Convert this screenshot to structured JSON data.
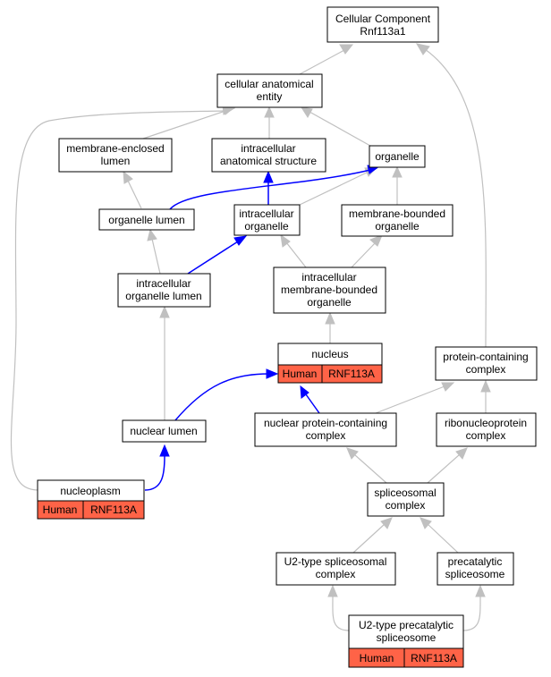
{
  "colors": {
    "annotation_fill": "#ff6347",
    "highlight_edge": "#0000ff",
    "default_edge": "#c0c0c0"
  },
  "nodes": {
    "cellular_component": {
      "line1": "Cellular Component",
      "line2": "Rnf113a1"
    },
    "cellular_anatomical_entity": {
      "line1": "cellular anatomical",
      "line2": "entity"
    },
    "membrane_enclosed_lumen": {
      "line1": "membrane-enclosed",
      "line2": "lumen"
    },
    "intracellular_anatomical_structure": {
      "line1": "intracellular",
      "line2": "anatomical structure"
    },
    "organelle": {
      "line1": "organelle"
    },
    "organelle_lumen": {
      "line1": "organelle lumen"
    },
    "intracellular_organelle": {
      "line1": "intracellular",
      "line2": "organelle"
    },
    "membrane_bounded_organelle": {
      "line1": "membrane-bounded",
      "line2": "organelle"
    },
    "intracellular_organelle_lumen": {
      "line1": "intracellular",
      "line2": "organelle lumen"
    },
    "intracellular_membrane_bounded_organelle": {
      "line1": "intracellular",
      "line2": "membrane-bounded",
      "line3": "organelle"
    },
    "nucleus": {
      "line1": "nucleus",
      "species": "Human",
      "gene": "RNF113A"
    },
    "protein_containing_complex": {
      "line1": "protein-containing",
      "line2": "complex"
    },
    "nuclear_lumen": {
      "line1": "nuclear lumen"
    },
    "nuclear_protein_containing_complex": {
      "line1": "nuclear protein-containing",
      "line2": "complex"
    },
    "ribonucleoprotein_complex": {
      "line1": "ribonucleoprotein",
      "line2": "complex"
    },
    "nucleoplasm": {
      "line1": "nucleoplasm",
      "species": "Human",
      "gene": "RNF113A"
    },
    "spliceosomal_complex": {
      "line1": "spliceosomal",
      "line2": "complex"
    },
    "u2_type_spliceosomal_complex": {
      "line1": "U2-type spliceosomal",
      "line2": "complex"
    },
    "precatalytic_spliceosome": {
      "line1": "precatalytic",
      "line2": "spliceosome"
    },
    "u2_type_precatalytic_spliceosome": {
      "line1": "U2-type precatalytic",
      "line2": "spliceosome",
      "species": "Human",
      "gene": "RNF113A"
    }
  }
}
